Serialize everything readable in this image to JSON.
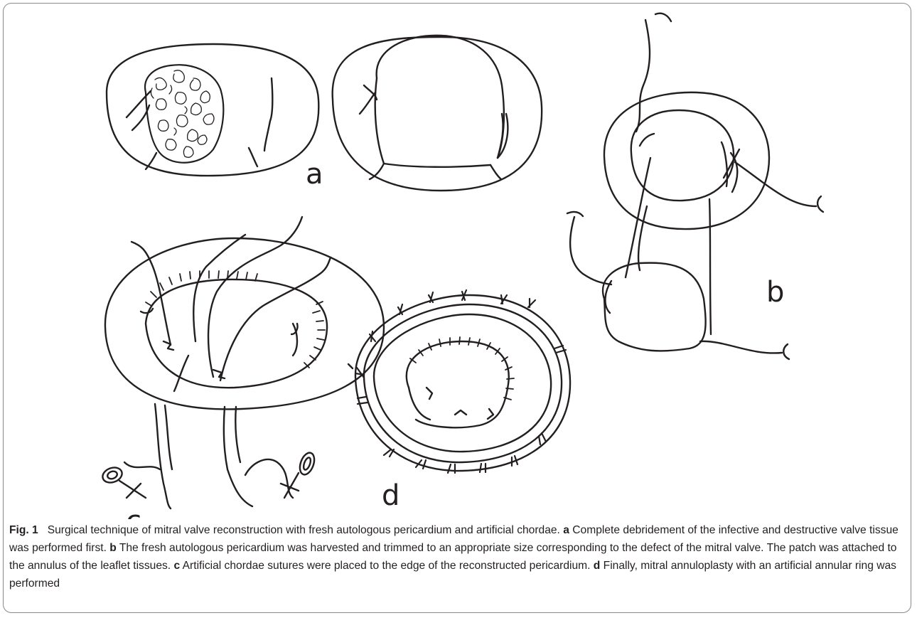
{
  "figure": {
    "panel_labels": {
      "a": "a",
      "b": "b",
      "c": "c",
      "d": "d"
    },
    "caption": {
      "fig_label": "Fig. 1",
      "title": "Surgical technique of mitral valve reconstruction with fresh autologous pericardium and artificial chordae.",
      "items": [
        {
          "letter": "a",
          "text": "Complete debridement of the infective and destructive valve tissue was performed first."
        },
        {
          "letter": "b",
          "text": "The fresh autologous pericardium was harvested and trimmed to an appropriate size corresponding to the defect of the mitral valve. The patch was attached to the annulus of the leaflet tissues."
        },
        {
          "letter": "c",
          "text": "Artificial chordae sutures were placed to the edge of the reconstructed pericardium."
        },
        {
          "letter": "d",
          "text": "Finally, mitral annuloplasty with an artificial annular ring was performed"
        }
      ]
    }
  }
}
